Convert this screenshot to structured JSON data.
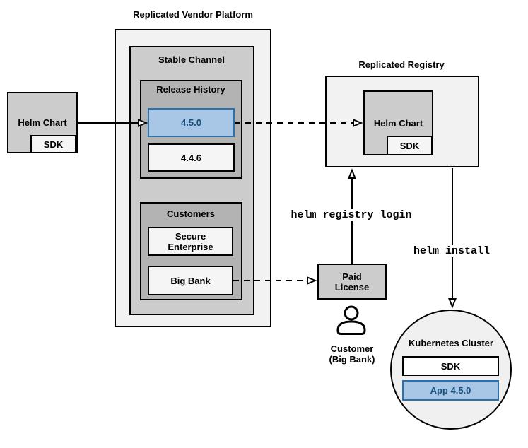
{
  "platform": {
    "title": "Replicated Vendor Platform"
  },
  "stable_channel": {
    "label": "Stable Channel"
  },
  "release_history": {
    "label": "Release History",
    "releases": [
      {
        "version": "4.5.0",
        "highlighted": true
      },
      {
        "version": "4.4.6",
        "highlighted": false
      }
    ]
  },
  "customers": {
    "label": "Customers",
    "items": [
      {
        "name": "Secure Enterprise"
      },
      {
        "name": "Big Bank"
      }
    ]
  },
  "source": {
    "helm_chart_label": "Helm Chart",
    "sdk_label": "SDK"
  },
  "registry": {
    "title": "Replicated Registry",
    "helm_chart_label": "Helm Chart",
    "sdk_label": "SDK"
  },
  "license": {
    "label": "Paid License"
  },
  "customer": {
    "name": "Customer",
    "org": "(Big Bank)"
  },
  "cluster": {
    "title": "Kubernetes Cluster",
    "sdk_label": "SDK",
    "app_label": "App 4.5.0"
  },
  "commands": {
    "registry_login": "helm registry login",
    "install": "helm install"
  },
  "colors": {
    "box_light": "#f2f2f2",
    "box_mid": "#cccccc",
    "box_dark": "#b3b3b3",
    "box_pale": "#f5f5f5",
    "circle_fill": "#f0f0f0",
    "white": "#ffffff",
    "highlight_fill": "#a8c7e7",
    "highlight_border": "#2c70ae",
    "highlight_text": "#17517e",
    "line": "#000000"
  }
}
